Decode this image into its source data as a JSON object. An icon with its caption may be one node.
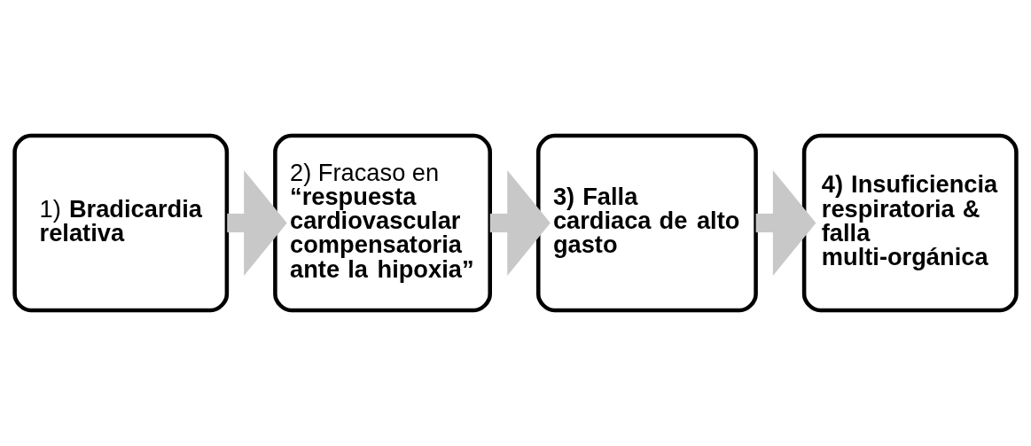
{
  "diagram": {
    "nodes": [
      {
        "text": [
          "1) **Bradicardia relativa**"
        ]
      },
      {
        "text": [
          "2) Fracaso en **“respuesta cardiovascular compensatoria ante la hipoxia”**"
        ]
      },
      {
        "text": [
          "3) Falla cardiaca de alto gasto"
        ]
      },
      {
        "text": [
          "4) Insuficiencia respiratoria & falla multi-orgánica"
        ]
      }
    ],
    "edges": [
      {
        "from": 0,
        "to": 1,
        "arrow": "to"
      },
      {
        "from": 1,
        "to": 2,
        "arrow": "to"
      },
      {
        "from": 2,
        "to": 3,
        "arrow": "to"
      }
    ]
  }
}
